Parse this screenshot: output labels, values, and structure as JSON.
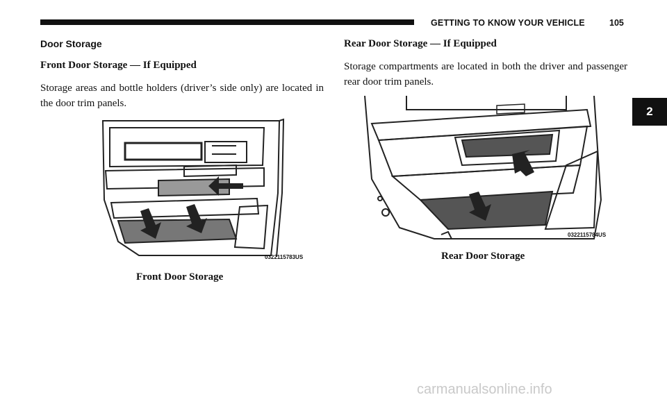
{
  "header": {
    "title": "GETTING TO KNOW YOUR VEHICLE",
    "page_number": "105"
  },
  "chapter_tab": "2",
  "left_column": {
    "section_heading": "Door Storage",
    "sub_heading": "Front Door Storage — If Equipped",
    "paragraph": "Storage areas and bottle holders (driver’s side only) are located in the door trim panels.",
    "figure_code": "0322115783US",
    "caption": "Front Door Storage"
  },
  "right_column": {
    "sub_heading": "Rear Door Storage — If Equipped",
    "paragraph": "Storage compartments are located in both the driver and passenger rear door trim panels.",
    "figure_code": "0322115784US",
    "caption": "Rear Door Storage"
  },
  "watermark": "carmanualsonline.info"
}
